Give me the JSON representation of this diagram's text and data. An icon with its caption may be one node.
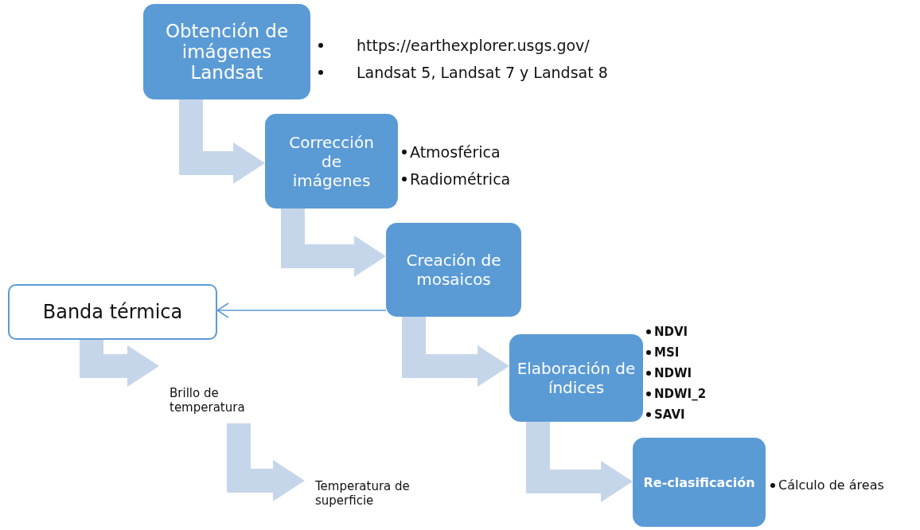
{
  "diagram": {
    "nodes": [
      {
        "text": [
          "Obtención de imágenes Landsat"
        ],
        "beside": [
          "https://earthexplorer.usgs.gov/",
          "Landsat 5, Landsat 7  y Landsat 8"
        ]
      },
      {
        "text": [
          "Corrección de imágenes"
        ],
        "beside": [
          "Atmosférica",
          "Radiométrica"
        ]
      },
      {
        "text": [
          "Creación de mosaicos"
        ]
      },
      {
        "text": [
          "Banda térmica"
        ]
      },
      {
        "text": [
          "Elaboración de índices"
        ],
        "beside": [
          "NDVI",
          "MSI",
          "NDWI",
          "NDWI_2",
          "SAVI"
        ]
      },
      {
        "text": [
          "Re-clasificación"
        ],
        "beside": [
          "Cálculo de áreas"
        ]
      },
      {
        "text": [
          "Brillo de temperatura"
        ]
      },
      {
        "text": [
          "Temperatura de superficie"
        ]
      }
    ],
    "edges": [
      {
        "from": 0,
        "to": 1,
        "arrow": "to"
      },
      {
        "from": 1,
        "to": 2,
        "arrow": "to"
      },
      {
        "from": 2,
        "to": 3,
        "arrow": "to",
        "color": "#5b9bd5"
      },
      {
        "from": 2,
        "to": 4,
        "arrow": "to"
      },
      {
        "from": 4,
        "to": 5,
        "arrow": "to"
      },
      {
        "from": 3,
        "to": 6,
        "arrow": "to"
      },
      {
        "from": 6,
        "to": 7,
        "arrow": "to"
      }
    ]
  }
}
